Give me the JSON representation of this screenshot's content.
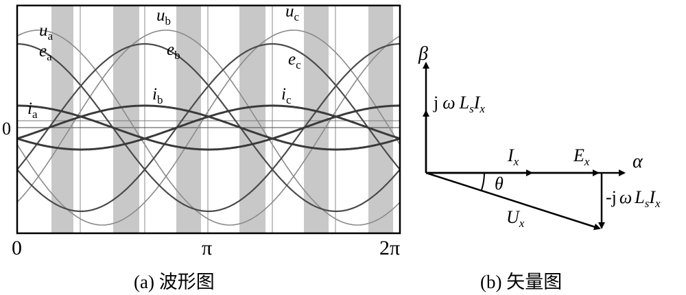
{
  "waveform": {
    "caption": "(a)  波形图",
    "y_zero": "0",
    "x_ticks": [
      "0",
      "π",
      "2π"
    ],
    "labels": {
      "ua": {
        "main": "u",
        "sub": "a"
      },
      "ub": {
        "main": "u",
        "sub": "b"
      },
      "uc": {
        "main": "u",
        "sub": "c"
      },
      "ea": {
        "main": "e",
        "sub": "a"
      },
      "eb": {
        "main": "e",
        "sub": "b"
      },
      "ec": {
        "main": "e",
        "sub": "c"
      },
      "ia": {
        "main": "i",
        "sub": "a"
      },
      "ib": {
        "main": "i",
        "sub": "b"
      },
      "ic": {
        "main": "i",
        "sub": "c"
      }
    }
  },
  "vector": {
    "caption": "(b)  矢量图",
    "beta": "β",
    "alpha": "α",
    "theta": "θ",
    "jwLsIx": {
      "prefix": "j",
      "omega": "ω",
      "L": "L",
      "Lsub": "s",
      "I": "I",
      "Isub": "x"
    },
    "neg_jwLsIx": {
      "prefix": "-j",
      "omega": "ω",
      "L": "L",
      "Lsub": "s",
      "I": "I",
      "Isub": "x"
    },
    "Ix": {
      "main": "I",
      "sub": "x"
    },
    "Ex": {
      "main": "E",
      "sub": "x"
    },
    "Ux": {
      "main": "U",
      "sub": "x"
    }
  }
}
